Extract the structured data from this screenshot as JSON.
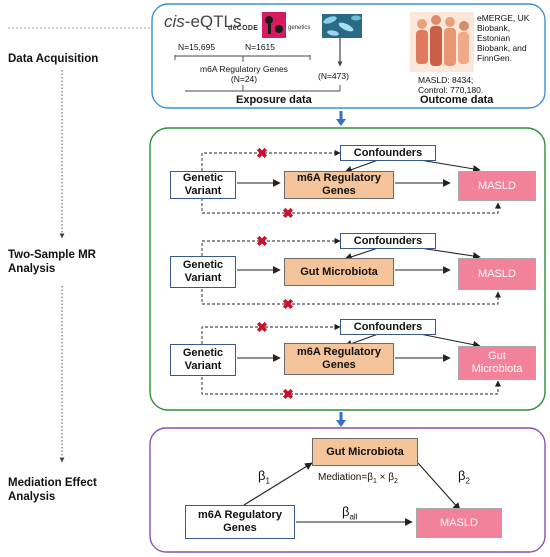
{
  "stages": {
    "acquisition": "Data Acquisition",
    "mr_line1": "Two-Sample MR",
    "mr_line2": "Analysis",
    "med_line1": "Mediation Effect",
    "med_line2": "Analysis"
  },
  "exposure": {
    "eqtl_prefix": "cis",
    "eqtl_suffix": "-eQTLs",
    "decode_logo": "deCODE",
    "decode_sub": "genetics",
    "n_eqtl": "N=15,695",
    "n_decode": "N=1615",
    "m6a_line1": "m6A Regulatory Genes",
    "m6a_line2": "(N=24)",
    "n_micro": "(N=473)",
    "label": "Exposure data"
  },
  "outcome": {
    "cohorts": [
      "eMERGE, UK",
      "Biobank,",
      "Estonian",
      "Biobank, and",
      "FinnGen."
    ],
    "cases": "MASLD: 8434;",
    "controls": "Control: 770,180.",
    "label": "Outcome data"
  },
  "mr": {
    "genetic_variant_line1": "Genetic",
    "genetic_variant_line2": "Variant",
    "confounders": "Confounders",
    "row1_exposure_line1": "m6A Regulatory",
    "row1_exposure_line2": "Genes",
    "row1_outcome": "MASLD",
    "row2_exposure": "Gut Microbiota",
    "row2_outcome": "MASLD",
    "row3_exposure_line1": "m6A Regulatory",
    "row3_exposure_line2": "Genes",
    "row3_outcome_line1": "Gut",
    "row3_outcome_line2": "Microbiota",
    "cross_symbol": "✖"
  },
  "mediation": {
    "mediator": "Gut Microbiota",
    "formula": "Mediation=β1 × β2",
    "formula_parts": [
      "Mediation=β",
      "1",
      " × β",
      "2"
    ],
    "beta": "β",
    "sub1": "1",
    "sub2": "2",
    "sub_all": "all",
    "exposure_line1": "m6A Regulatory",
    "exposure_line2": "Genes",
    "outcome": "MASLD"
  },
  "colors": {
    "panel_top": "#3a8fd6",
    "panel_mid": "#2f8f3a",
    "panel_bottom": "#8a4fb0",
    "orange_box": "#f5c49a",
    "pink_box": "#f1829a",
    "cross": "#c8102e",
    "down_arrow": "#3a6fc7"
  }
}
